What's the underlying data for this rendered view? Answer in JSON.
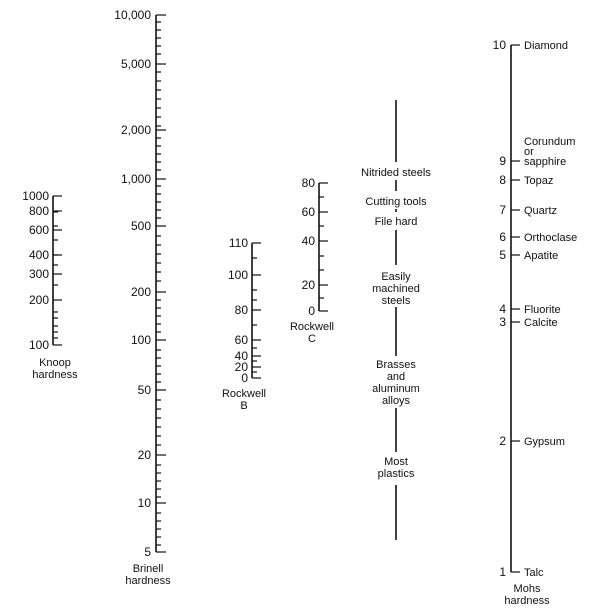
{
  "scales": {
    "knoop": {
      "name": [
        "Knoop",
        "hardness"
      ],
      "labeled_ticks": [
        "1000",
        "800",
        "600",
        "400",
        "300",
        "200",
        "100"
      ]
    },
    "brinell": {
      "name": [
        "Brinell",
        "hardness"
      ],
      "labeled_ticks": [
        "10,000",
        "5,000",
        "2,000",
        "1,000",
        "500",
        "200",
        "100",
        "50",
        "20",
        "10",
        "5"
      ]
    },
    "rockwell_b": {
      "name": [
        "Rockwell",
        "B"
      ],
      "labeled_ticks": [
        "110",
        "100",
        "80",
        "60",
        "40",
        "20",
        "0"
      ]
    },
    "rockwell_c": {
      "name": [
        "Rockwell",
        "C"
      ],
      "labeled_ticks": [
        "80",
        "60",
        "40",
        "20",
        "0"
      ]
    },
    "mohs": {
      "name": [
        "Mohs",
        "hardness"
      ],
      "labeled_ticks": [
        "10",
        "9",
        "8",
        "7",
        "6",
        "5",
        "4",
        "3",
        "2",
        "1"
      ],
      "minerals": [
        [
          "Diamond"
        ],
        [
          "Corundum",
          "or",
          "sapphire"
        ],
        [
          "Topaz"
        ],
        [
          "Quartz"
        ],
        [
          "Orthoclase"
        ],
        [
          "Apatite"
        ],
        [
          "Fluorite"
        ],
        [
          "Calcite"
        ],
        [
          "Gypsum"
        ],
        [
          "Talc"
        ]
      ]
    }
  },
  "materials": [
    [
      "Nitrided steels"
    ],
    [
      "Cutting tools"
    ],
    [
      "File hard"
    ],
    [
      "Easily",
      "machined",
      "steels"
    ],
    [
      "Brasses",
      "and",
      "aluminum",
      "alloys"
    ],
    [
      "Most",
      "plastics"
    ]
  ]
}
